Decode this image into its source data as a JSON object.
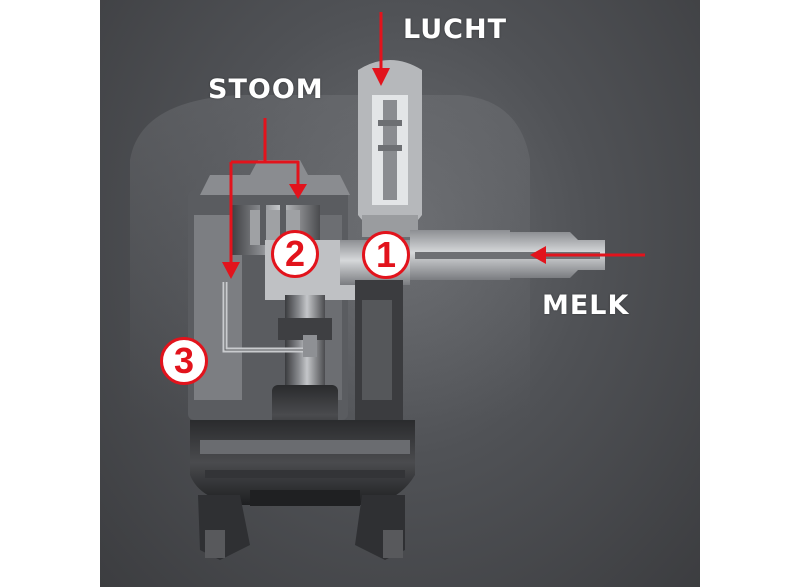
{
  "labels": {
    "light": "LUCHT",
    "steam": "STOOM",
    "milk": "MELK"
  },
  "markers": {
    "one": "1",
    "two": "2",
    "three": "3"
  },
  "colors": {
    "background": "#4d4f53",
    "arrow": "#e2131c",
    "marker_border": "#e2131c",
    "marker_fill": "#ffffff",
    "label_text": "#ffffff"
  }
}
